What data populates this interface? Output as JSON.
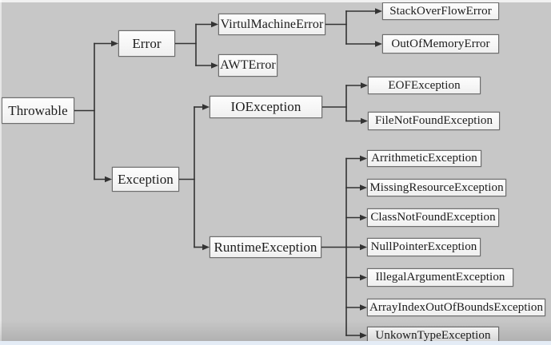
{
  "diagram": {
    "root": "throwable",
    "nodes": [
      {
        "id": "throwable",
        "label": "Throwable"
      },
      {
        "id": "error",
        "label": "Error"
      },
      {
        "id": "exception",
        "label": "Exception"
      },
      {
        "id": "virtual-machine-error",
        "label": "VirtulMachineError"
      },
      {
        "id": "awt-error",
        "label": "AWTError"
      },
      {
        "id": "io-exception",
        "label": "IOException"
      },
      {
        "id": "runtime-exception",
        "label": "RuntimeException"
      },
      {
        "id": "stack-overflow-error",
        "label": "StackOverFlowError"
      },
      {
        "id": "out-of-memory-error",
        "label": "OutOfMemoryError"
      },
      {
        "id": "eof-exception",
        "label": "EOFException"
      },
      {
        "id": "file-not-found-exception",
        "label": "FileNotFoundException"
      },
      {
        "id": "arithmetic-exception",
        "label": "ArrithmeticException"
      },
      {
        "id": "missing-resource-exception",
        "label": "MissingResourceException"
      },
      {
        "id": "class-not-found-exception",
        "label": "ClassNotFoundException"
      },
      {
        "id": "null-pointer-exception",
        "label": "NullPointerException"
      },
      {
        "id": "illegal-argument-exception",
        "label": "IllegalArgumentException"
      },
      {
        "id": "array-index-out-of-bounds-exception",
        "label": "ArrayIndexOutOfBoundsException"
      },
      {
        "id": "unknown-type-exception",
        "label": "UnkownTypeException"
      }
    ],
    "edges": [
      [
        "throwable",
        "error"
      ],
      [
        "throwable",
        "exception"
      ],
      [
        "error",
        "virtual-machine-error"
      ],
      [
        "error",
        "awt-error"
      ],
      [
        "virtual-machine-error",
        "stack-overflow-error"
      ],
      [
        "virtual-machine-error",
        "out-of-memory-error"
      ],
      [
        "exception",
        "io-exception"
      ],
      [
        "exception",
        "runtime-exception"
      ],
      [
        "io-exception",
        "eof-exception"
      ],
      [
        "io-exception",
        "file-not-found-exception"
      ],
      [
        "runtime-exception",
        "arithmetic-exception"
      ],
      [
        "runtime-exception",
        "missing-resource-exception"
      ],
      [
        "runtime-exception",
        "class-not-found-exception"
      ],
      [
        "runtime-exception",
        "null-pointer-exception"
      ],
      [
        "runtime-exception",
        "illegal-argument-exception"
      ],
      [
        "runtime-exception",
        "array-index-out-of-bounds-exception"
      ],
      [
        "runtime-exception",
        "unknown-type-exception"
      ]
    ],
    "colors": {
      "background": "#c7c7c7",
      "node_fill": "#f6f6f6",
      "node_border": "#6e6e6e",
      "connector": "#333333",
      "text": "#1c1c1c",
      "top_strip": "#f1f1f1",
      "bottom_strip": "#e4ecf6"
    }
  }
}
